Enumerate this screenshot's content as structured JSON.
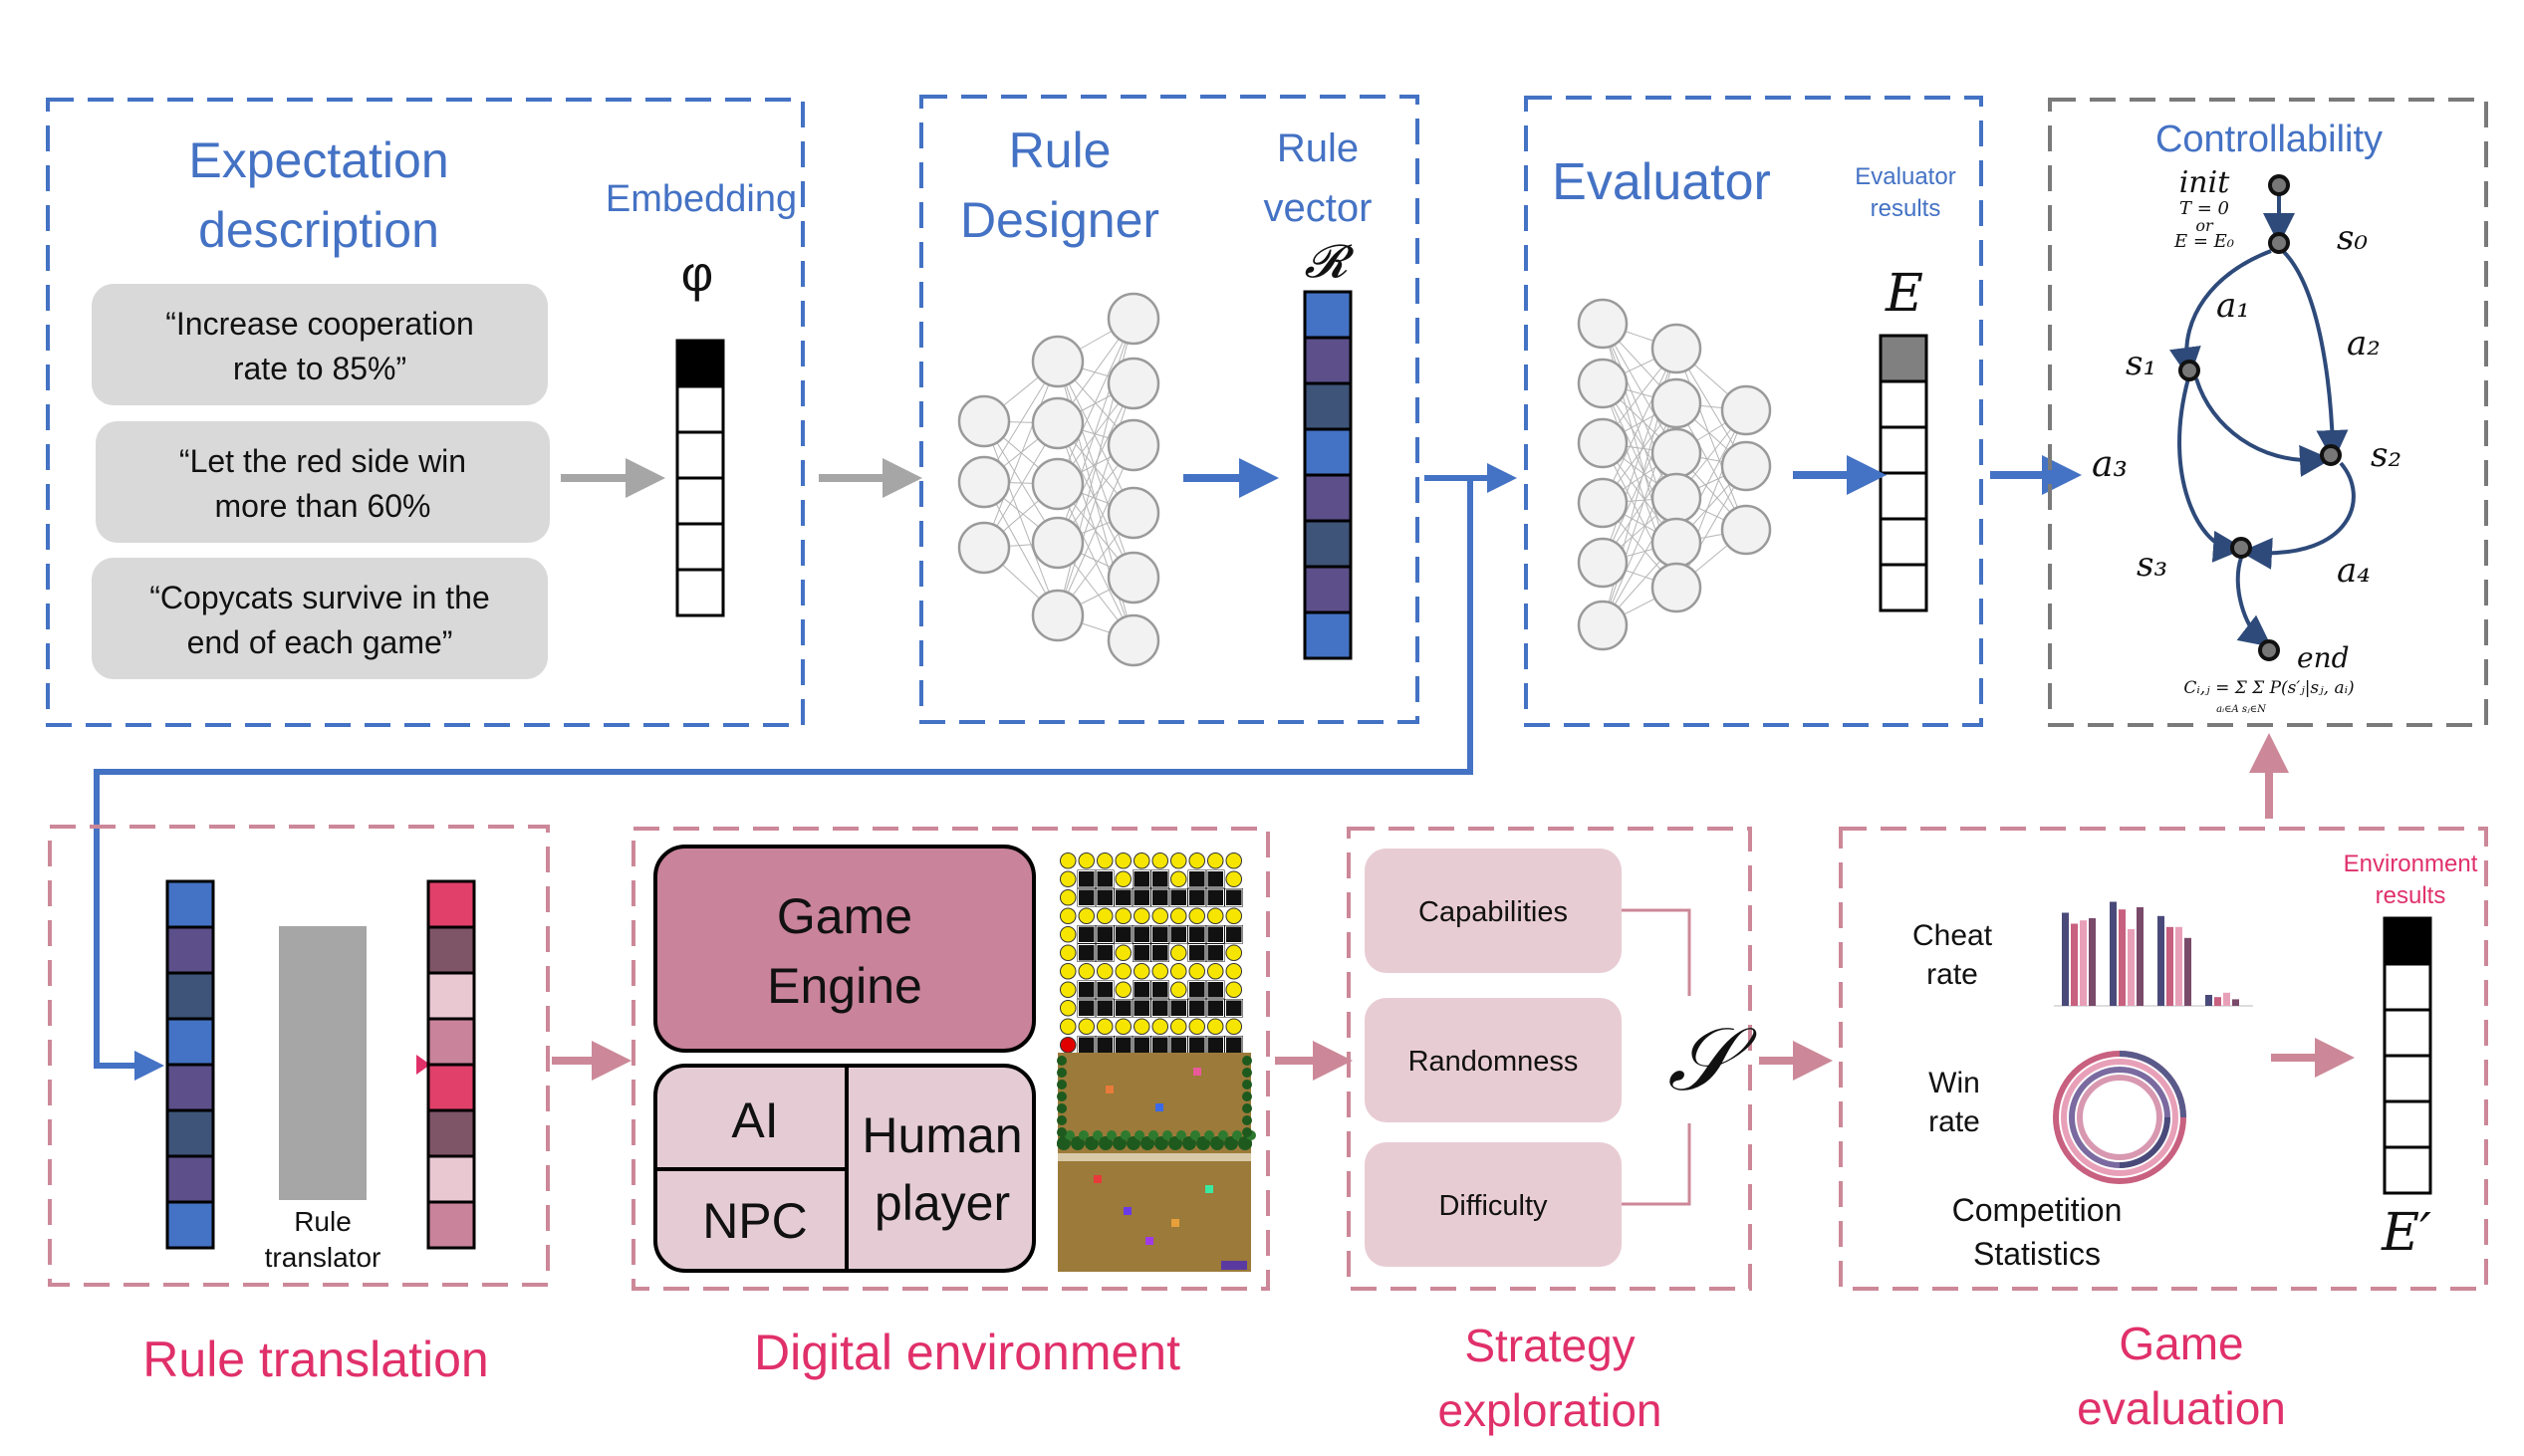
{
  "colors": {
    "blue": "#4472C4",
    "pink_text": "#E0306A",
    "pink_border": "#CC8898",
    "gray_border": "#7a7a7a",
    "pill_gray": "#D9D9D9",
    "pill_pink": "#E8CCD4",
    "game_engine": "#C9839A",
    "ai_npc": "#E5CCD4"
  },
  "expectation": {
    "title_line1": "Expectation",
    "title_line2": "description",
    "embedding_label": "Embedding",
    "phi": "φ",
    "quotes": [
      {
        "line1": "“Increase  cooperation",
        "line2": "rate to 85%”"
      },
      {
        "line1": "“Let the red side win",
        "line2": "more than 60%"
      },
      {
        "line1": "“Copycats survive in the",
        "line2": "end of each game”"
      }
    ],
    "embedding_cells": [
      "#000000",
      "#ffffff",
      "#ffffff",
      "#ffffff",
      "#ffffff",
      "#ffffff"
    ]
  },
  "designer": {
    "title_line1": "Rule",
    "title_line2": "Designer",
    "vector_label_line1": "Rule",
    "vector_label_line2": "vector",
    "vector_symbol": "𝓡",
    "vector_cells": [
      "#4472C4",
      "#5C4F8A",
      "#3E5478",
      "#4472C4",
      "#5C4F8A",
      "#3E5478",
      "#5C4F8A",
      "#4472C4"
    ]
  },
  "evaluator": {
    "title": "Evaluator",
    "results_label_line1": "Evaluator",
    "results_label_line2": "results",
    "symbol": "E",
    "cells": [
      "#808080",
      "#ffffff",
      "#ffffff",
      "#ffffff",
      "#ffffff",
      "#ffffff"
    ]
  },
  "controllability": {
    "title": "Controllability",
    "init": "init",
    "t0": "T = 0",
    "or": "or",
    "e0": "E = E₀",
    "s0": "s₀",
    "s1": "s₁",
    "s2": "s₂",
    "s3": "s₃",
    "a1": "a₁",
    "a2": "a₂",
    "a3": "a₃",
    "a4": "a₄",
    "end": "end",
    "formula": "Cᵢ,ⱼ = Σ Σ P(s′ⱼ|sⱼ, aᵢ)",
    "formula_sub": "aᵢ∈A  sⱼ∈N"
  },
  "rule_translation": {
    "caption": "Rule translation",
    "translator_line1": "Rule",
    "translator_line2": "translator",
    "input_cells": [
      "#4472C4",
      "#5C4F8A",
      "#3E5478",
      "#4472C4",
      "#5C4F8A",
      "#3E5478",
      "#5C4F8A",
      "#4472C4"
    ],
    "output_cells": [
      "#E0406A",
      "#7E5566",
      "#EAC8D2",
      "#C9839A",
      "#E0406A",
      "#7E5566",
      "#EAC8D2",
      "#C9839A"
    ]
  },
  "digital_env": {
    "caption": "Digital environment",
    "engine_line1": "Game",
    "engine_line2": "Engine",
    "ai": "AI",
    "npc": "NPC",
    "human_line1": "Human",
    "human_line2": "player"
  },
  "strategy": {
    "caption_line1": "Strategy",
    "caption_line2": "exploration",
    "items": [
      "Capabilities",
      "Randomness",
      "Difficulty"
    ],
    "symbol": "𝒮"
  },
  "game_eval": {
    "caption_line1": "Game",
    "caption_line2": "evaluation",
    "cheat_line1": "Cheat",
    "cheat_line2": "rate",
    "win_line1": "Win",
    "win_line2": "rate",
    "comp_line1": "Competition",
    "comp_line2": "Statistics",
    "env_label_line1": "Environment",
    "env_label_line2": "results",
    "symbol": "E′",
    "cells": [
      "#000000",
      "#ffffff",
      "#ffffff",
      "#ffffff",
      "#ffffff",
      "#ffffff"
    ]
  }
}
